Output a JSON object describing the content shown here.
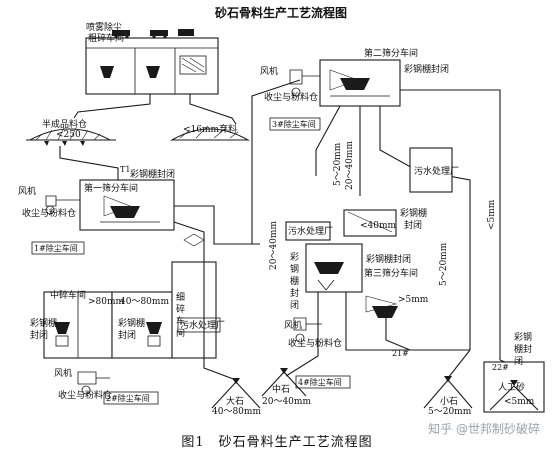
{
  "title": "砂石骨料生产工艺流程图",
  "caption": "图1　砂石骨料生产工艺流程图",
  "watermark": "知乎 @世邦制砂破碎",
  "labels": {
    "spray_dust": "喷雾除尘",
    "coarse_crush": "粗碎车间",
    "semi_bin": "半成品料仓",
    "semi_bin_size": "<250",
    "discard": "<16mm弃料",
    "second_screen": "第二筛分车间",
    "color_steel_enclosure": "彩钢棚封闭",
    "fan": "风机",
    "dust_recovery_bin": "收尘与粉料仓",
    "dust_room_3": "3#除尘车间",
    "t1": "T1",
    "first_screen": "第一筛分车间",
    "dust_room_1": "1#除尘车间",
    "sewage_plant": "污水处理厂",
    "size_20_40": "20～40mm",
    "size_5_20": "5～20mm",
    "size_lt40": "<40mm",
    "size_lt5": "<5mm",
    "third_screen": "第三筛分车间",
    "medium_crush": "中碎车间",
    "size_gt80": ">80mm",
    "size_40_80": "40～80mm",
    "fine_crush": "细碎车间",
    "size_gt5": ">5mm",
    "t21": "21#",
    "t22": "22#",
    "manufactured_sand": "人工砂",
    "manufactured_sand_size": "<5mm",
    "dust_room_2": "2#除尘车间",
    "dust_room_4": "4#除尘车间",
    "large_stone": "大石",
    "large_stone_size": "40～80mm",
    "medium_stone": "中石",
    "medium_stone_size": "20～40mm",
    "small_stone": "小石",
    "small_stone_size": "5～20mm"
  }
}
